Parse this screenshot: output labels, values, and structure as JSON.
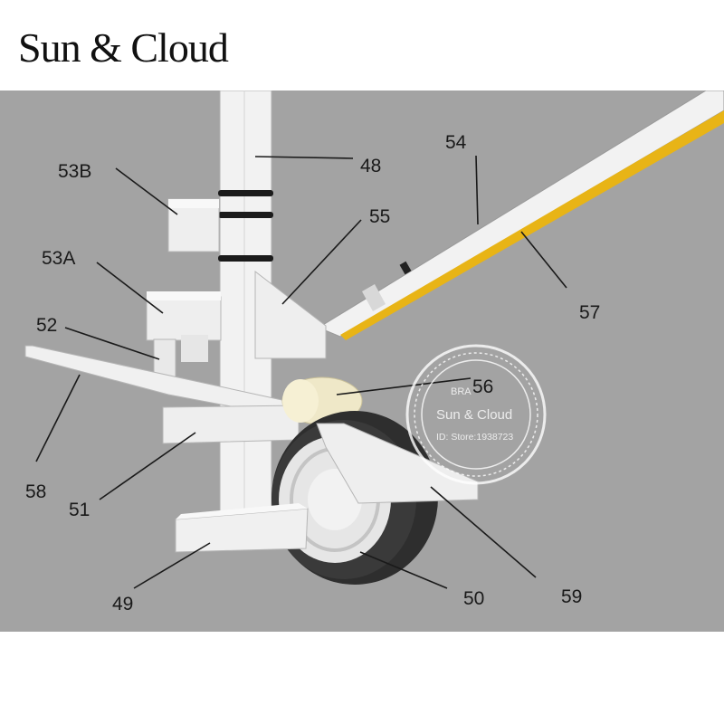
{
  "brand": {
    "title": "Sun & Cloud"
  },
  "watermark": {
    "brand_prefix": "BRA",
    "name": "Sun & Cloud",
    "store": "ID: Store:1938723"
  },
  "labels": [
    {
      "id": "48",
      "text": "48"
    },
    {
      "id": "49",
      "text": "49"
    },
    {
      "id": "50",
      "text": "50"
    },
    {
      "id": "51",
      "text": "51"
    },
    {
      "id": "52",
      "text": "52"
    },
    {
      "id": "53A",
      "text": "53A"
    },
    {
      "id": "53B",
      "text": "53B"
    },
    {
      "id": "54",
      "text": "54"
    },
    {
      "id": "55",
      "text": "55"
    },
    {
      "id": "56",
      "text": "56"
    },
    {
      "id": "57",
      "text": "57"
    },
    {
      "id": "58",
      "text": "58"
    },
    {
      "id": "59",
      "text": "59"
    }
  ],
  "colors": {
    "background": "#a3a3a3",
    "part": "#f2f2f2",
    "accent_strip": "#e8b416",
    "tire": "#2e2e2e"
  }
}
